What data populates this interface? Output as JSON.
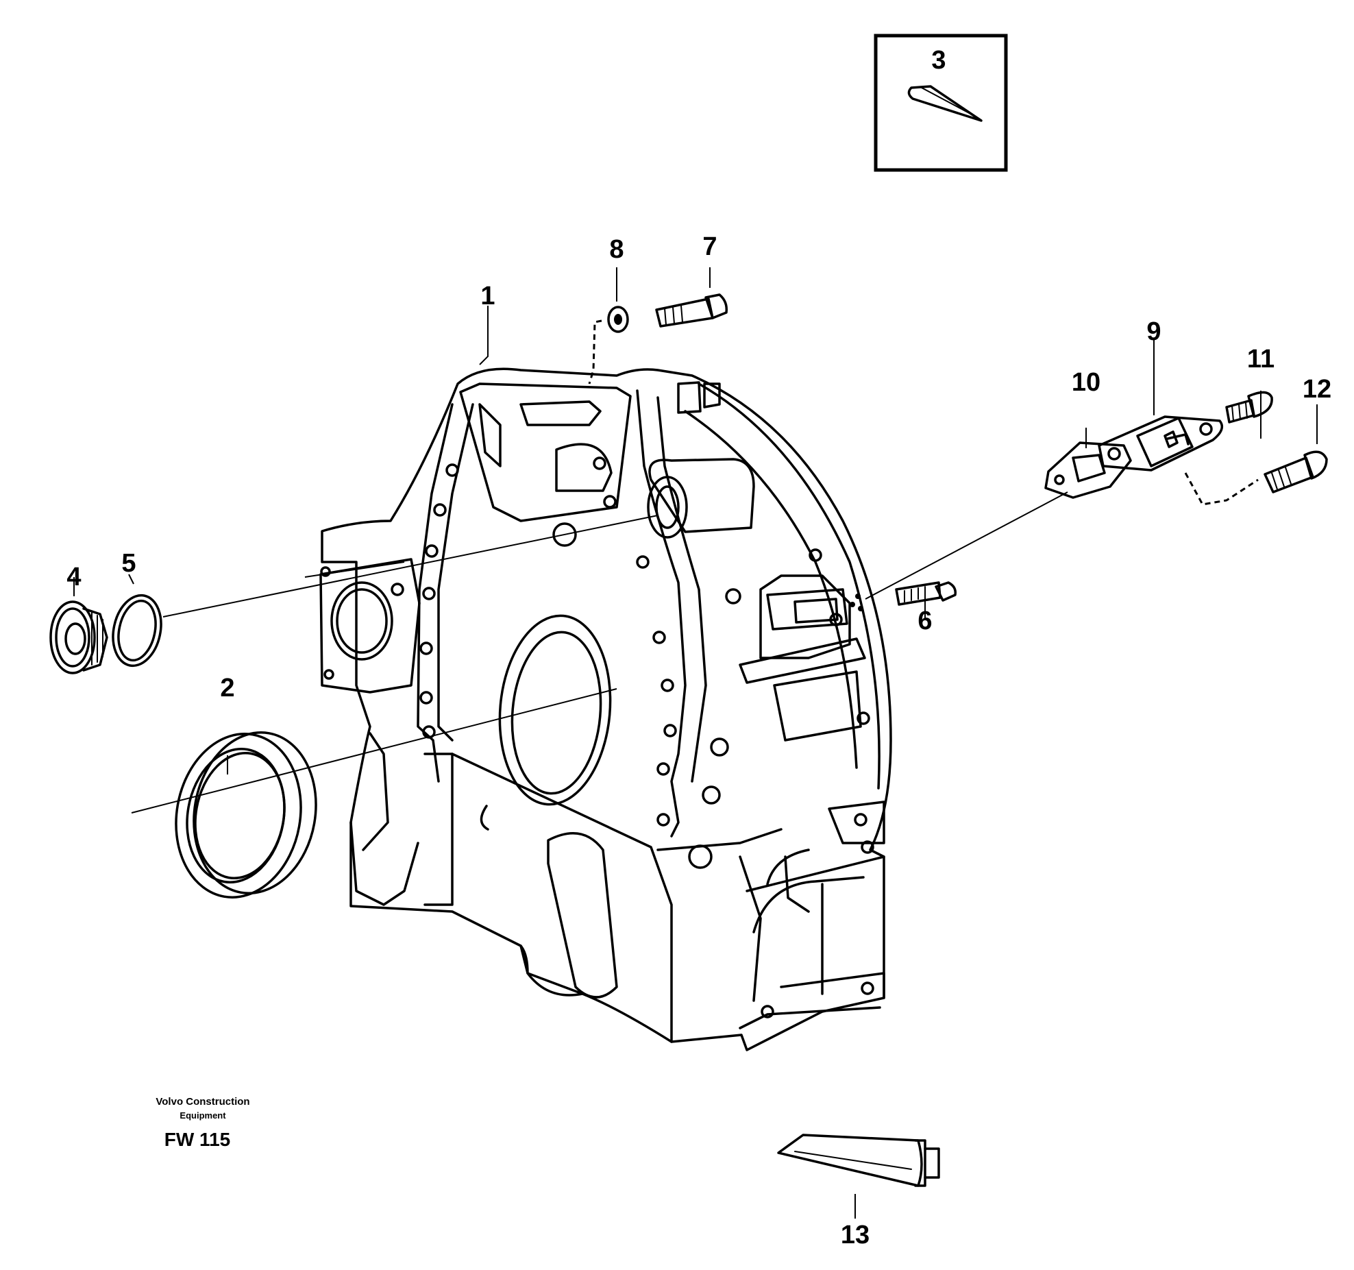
{
  "callouts": [
    {
      "id": "1",
      "label": "1"
    },
    {
      "id": "2",
      "label": "2"
    },
    {
      "id": "3",
      "label": "3"
    },
    {
      "id": "4",
      "label": "4"
    },
    {
      "id": "5",
      "label": "5"
    },
    {
      "id": "6",
      "label": "6"
    },
    {
      "id": "7",
      "label": "7"
    },
    {
      "id": "8",
      "label": "8"
    },
    {
      "id": "9",
      "label": "9"
    },
    {
      "id": "10",
      "label": "10"
    },
    {
      "id": "11",
      "label": "11"
    },
    {
      "id": "12",
      "label": "12"
    },
    {
      "id": "13",
      "label": "13"
    }
  ],
  "footer": {
    "company_line1": "Volvo Construction",
    "company_line2": "Equipment",
    "drawing_code": "FW 115"
  }
}
